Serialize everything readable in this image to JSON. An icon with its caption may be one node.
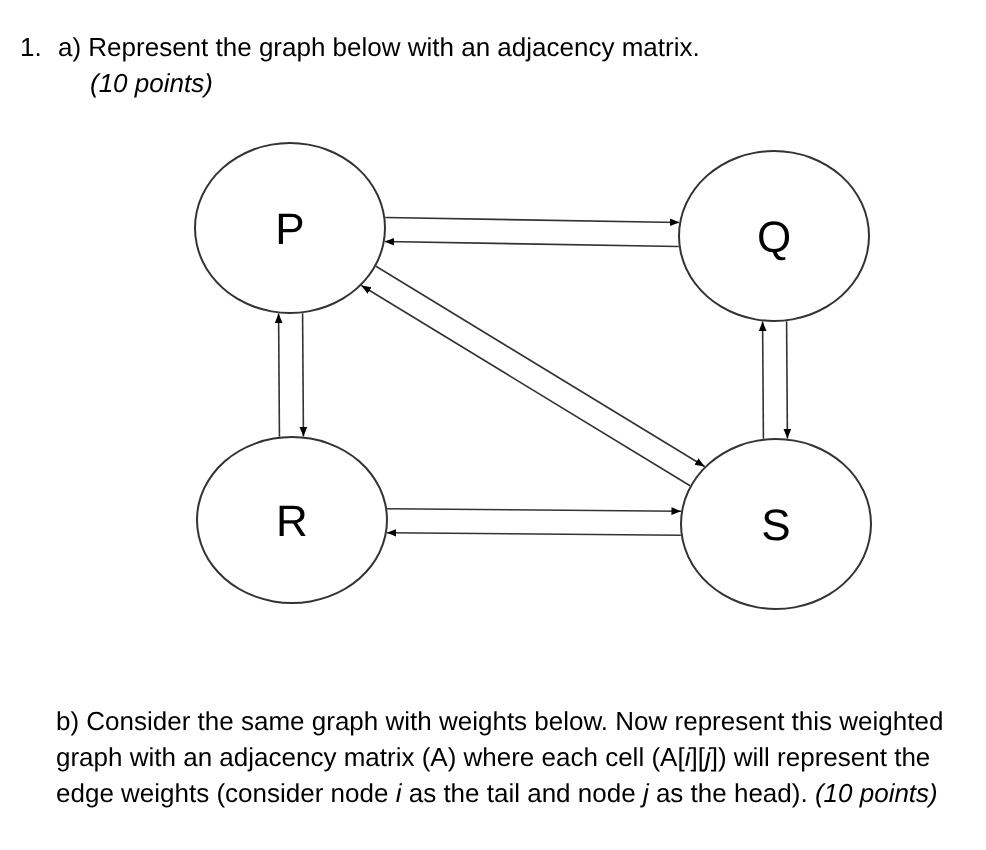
{
  "diagram": {
    "nodes": [
      {
        "text": [
          "P"
        ]
      },
      {
        "text": [
          "Q"
        ]
      },
      {
        "text": [
          "R"
        ]
      },
      {
        "text": [
          "S"
        ]
      }
    ],
    "edges": [
      {
        "from": 0,
        "to": 1,
        "arrow": "to"
      },
      {
        "from": 1,
        "to": 0,
        "arrow": "to"
      },
      {
        "from": 0,
        "to": 3,
        "arrow": "to"
      },
      {
        "from": 3,
        "to": 0,
        "arrow": "to"
      },
      {
        "from": 0,
        "to": 2,
        "arrow": "to"
      },
      {
        "from": 2,
        "to": 0,
        "arrow": "to"
      },
      {
        "from": 1,
        "to": 3,
        "arrow": "to"
      },
      {
        "from": 3,
        "to": 1,
        "arrow": "to"
      },
      {
        "from": 3,
        "to": 2,
        "arrow": "to"
      },
      {
        "from": 2,
        "to": 3,
        "arrow": "to"
      }
    ],
    "labels": [
      "1.",
      "a) Represent the graph below with an adjacency matrix.",
      "(10 points)",
      "b) Consider the same graph with weights below. Now represent this weighted graph with an adjacency matrix (A) where each cell (A[*i*][*j*]) will represent the edge weights (consider node *i* as the tail and node *j* as the head). *(10 points)*"
    ]
  }
}
